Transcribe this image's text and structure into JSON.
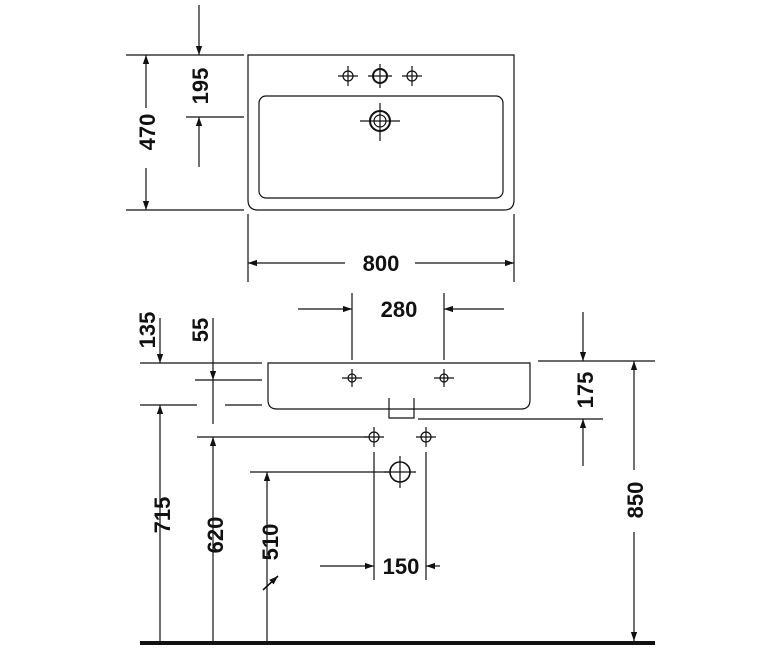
{
  "top_view": {
    "depth": "470",
    "tap_offset": "195",
    "width": "800"
  },
  "front_view": {
    "tap_spacing": "280",
    "rim_offset_135": "135",
    "rim_offset_55": "55",
    "basin_height": "175",
    "rim_height": "850",
    "underside_height": "715",
    "supply_height": "620",
    "drain_height": "510",
    "supply_spacing": "150"
  },
  "colors": {
    "line": "#111111",
    "background": "#ffffff"
  }
}
